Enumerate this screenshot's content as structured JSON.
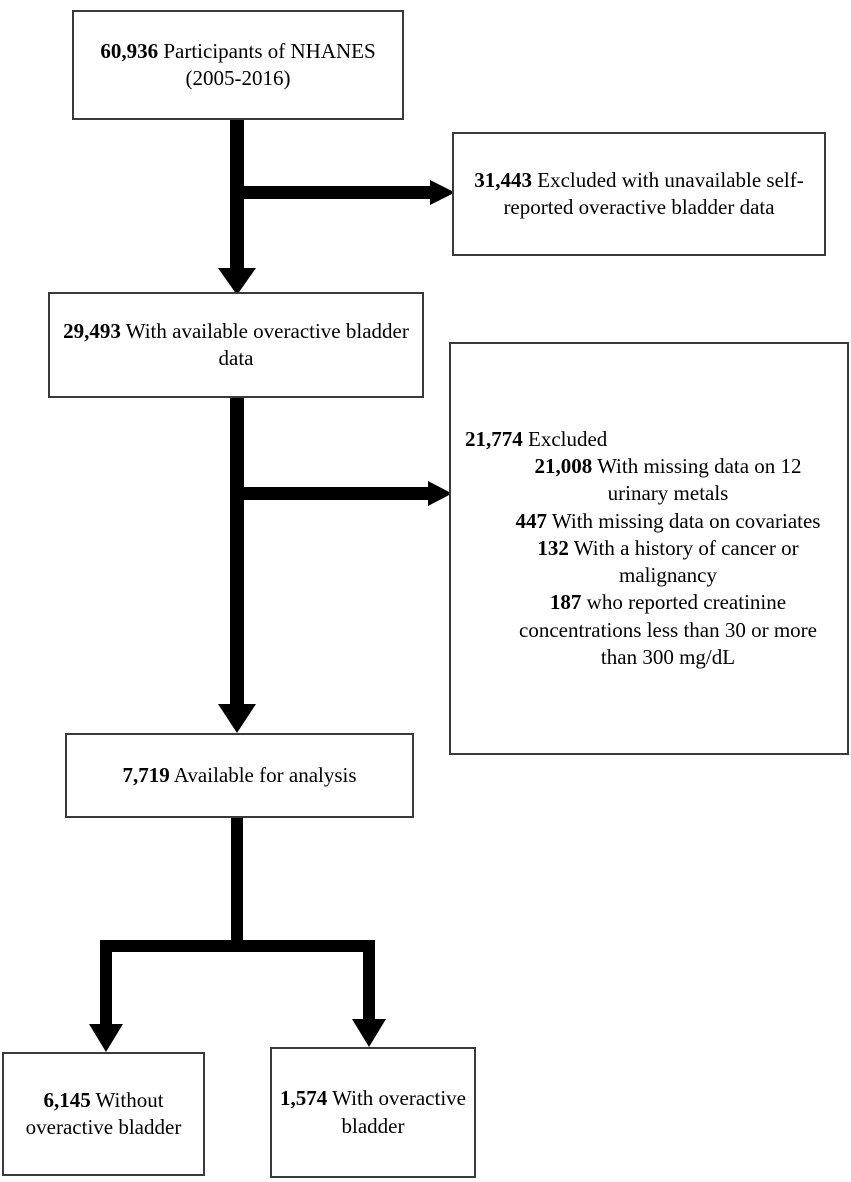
{
  "figure": {
    "type": "flowchart",
    "orientation": "top-down",
    "accent_color": "#000000",
    "box_border_color": "#3a3a3a",
    "background_color": "#ffffff"
  },
  "nodes": {
    "participants": {
      "count": "60,936",
      "text": " Participants of NHANES (2005-2016)"
    },
    "excluded_unavailable": {
      "count": "31,443",
      "text": " Excluded with unavailable self-reported overactive bladder data"
    },
    "available_oab": {
      "count": "29,493",
      "text": " With available overactive bladder data"
    },
    "excluded_details": {
      "heading_count": "21,774",
      "heading_text": " Excluded",
      "items": [
        {
          "count": "21,008",
          "text": " With missing data on 12 urinary metals"
        },
        {
          "count": "447",
          "text": " With missing data on covariates"
        },
        {
          "count": "132",
          "text": " With a history of cancer or malignancy"
        },
        {
          "count": "187",
          "text": " who reported creatinine concentrations  less than 30 or more than 300 mg/dL"
        }
      ]
    },
    "available_analysis": {
      "count": "7,719",
      "text": " Available for analysis"
    },
    "without_oab": {
      "count": "6,145",
      "text": " Without overactive bladder"
    },
    "with_oab": {
      "count": "1,574",
      "text": " With overactive bladder"
    }
  },
  "connectors": [
    {
      "name": "participants-to-available",
      "from": "participants",
      "to": "available_oab",
      "style": "vertical-arrow"
    },
    {
      "name": "participants-to-excluded-unavailable",
      "from": "participants",
      "to": "excluded_unavailable",
      "style": "branch-right-arrow"
    },
    {
      "name": "available-to-analysis",
      "from": "available_oab",
      "to": "available_analysis",
      "style": "vertical-arrow"
    },
    {
      "name": "available-to-excluded-details",
      "from": "available_oab",
      "to": "excluded_details",
      "style": "branch-right-arrow"
    },
    {
      "name": "analysis-to-without-oab",
      "from": "available_analysis",
      "to": "without_oab",
      "style": "fork-left-arrow"
    },
    {
      "name": "analysis-to-with-oab",
      "from": "available_analysis",
      "to": "with_oab",
      "style": "fork-right-arrow"
    }
  ]
}
